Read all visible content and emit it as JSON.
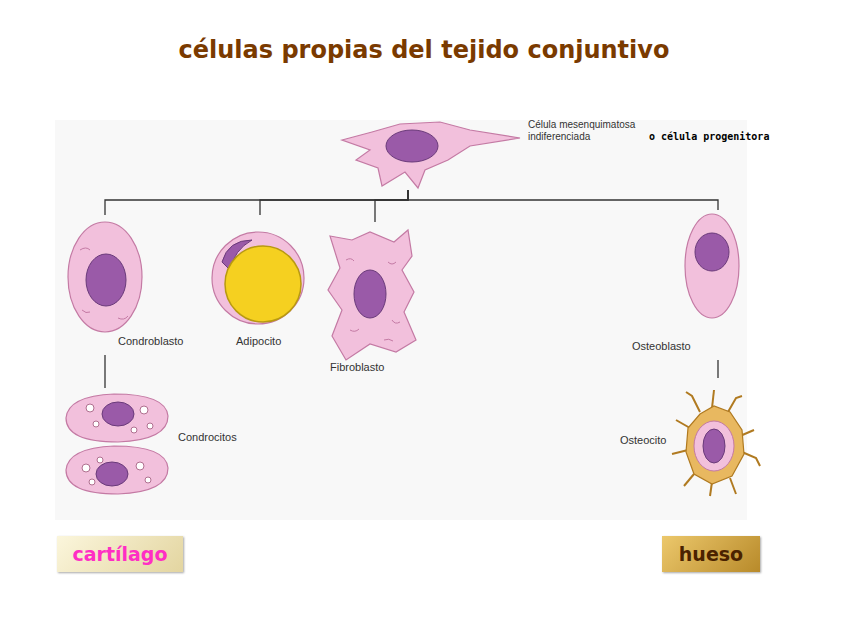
{
  "diagram": {
    "title": "células propias del tejido conjuntivo",
    "nodes": [
      {
        "text": [
          "Célula mesenquimatosa indiferenciada",
          "o célula progenitora"
        ]
      },
      {
        "text": [
          "Condroblasto"
        ]
      },
      {
        "text": [
          "Adipocito"
        ]
      },
      {
        "text": [
          "Fibroblasto"
        ]
      },
      {
        "text": [
          "Osteoblasto"
        ]
      },
      {
        "text": [
          "Condrocitos"
        ]
      },
      {
        "text": [
          "Osteocito"
        ]
      },
      {
        "text": [
          "cartílago"
        ]
      },
      {
        "text": [
          "hueso"
        ]
      }
    ],
    "edges": [
      {
        "from": 0,
        "to": 1,
        "arrow": "none"
      },
      {
        "from": 0,
        "to": 2,
        "arrow": "none"
      },
      {
        "from": 0,
        "to": 3,
        "arrow": "none"
      },
      {
        "from": 0,
        "to": 4,
        "arrow": "none"
      },
      {
        "from": 1,
        "to": 5,
        "arrow": "none"
      },
      {
        "from": 4,
        "to": 6,
        "arrow": "none"
      }
    ]
  }
}
